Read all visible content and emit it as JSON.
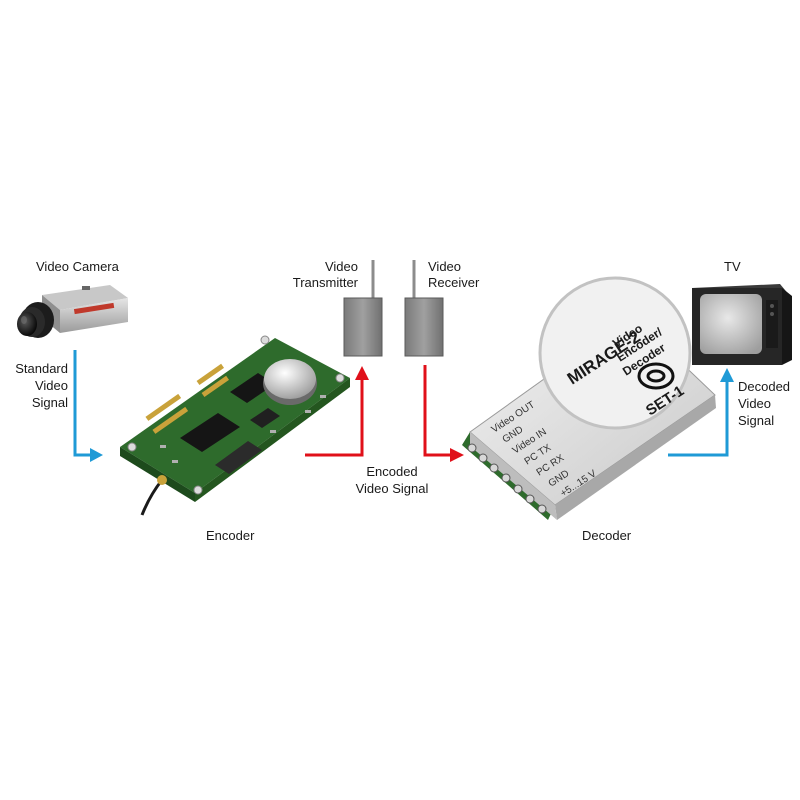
{
  "labels": {
    "video_camera": "Video Camera",
    "standard_signal": [
      "Standard",
      "Video",
      "Signal"
    ],
    "encoder": "Encoder",
    "video_transmitter": [
      "Video",
      "Transmitter"
    ],
    "video_receiver": [
      "Video",
      "Receiver"
    ],
    "encoded_signal": [
      "Encoded",
      "Video Signal"
    ],
    "decoder": "Decoder",
    "tv": "TV",
    "decoded_signal": [
      "Decoded",
      "Video",
      "Signal"
    ]
  },
  "module": {
    "name": "MIRAGE-2",
    "subtitle": [
      "Video",
      "Encoder/",
      "Decoder"
    ],
    "model": "SET-1",
    "pins": [
      "Video OUT",
      "GND",
      "Video IN",
      "PC TX",
      "PC RX",
      "GND",
      "+5...15 V"
    ]
  },
  "colors": {
    "blue_arrow": "#1f9ad6",
    "red_arrow": "#e0101a",
    "pcb_green": "#2e6b2c",
    "device_gray": "#8c8c8c"
  }
}
